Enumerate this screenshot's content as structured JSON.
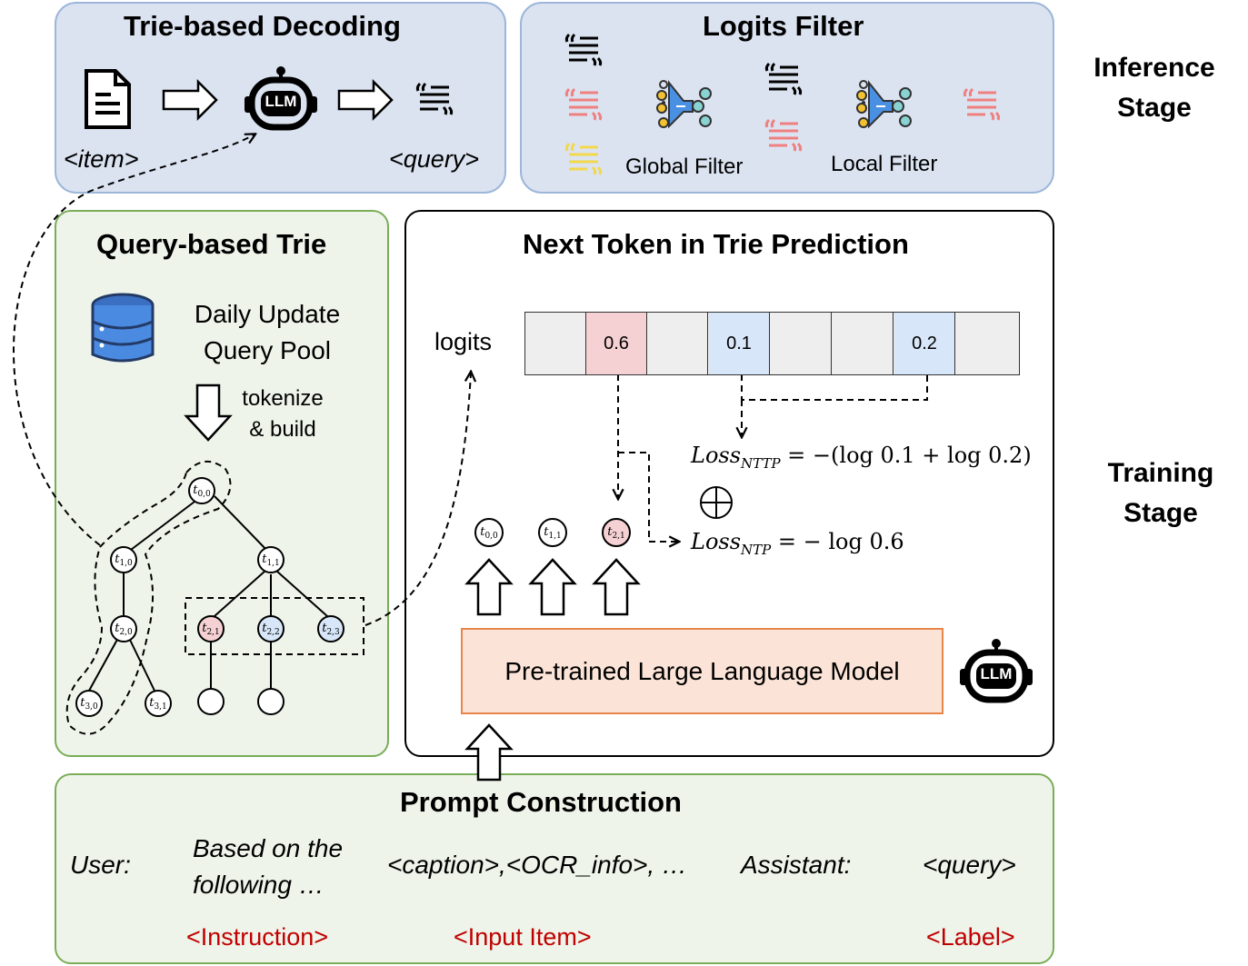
{
  "stages": {
    "inference": "Inference\nStage",
    "training": "Training\nStage"
  },
  "trie_decoding": {
    "title": "Trie-based Decoding",
    "item_label": "<item>",
    "query_label": "<query>",
    "llm_badge": "LLM"
  },
  "logits_filter": {
    "title": "Logits Filter",
    "global_filter": "Global Filter",
    "local_filter": "Local Filter"
  },
  "query_trie": {
    "title": "Query-based Trie",
    "pool_label": "Daily Update\nQuery Pool",
    "tokenize_label": "tokenize\n& build",
    "nodes": [
      "t0,0",
      "t1,0",
      "t1,1",
      "t2,0",
      "t2,1",
      "t2,2",
      "t2,3",
      "t3,0",
      "t3,1"
    ]
  },
  "nttp": {
    "title": "Next Token in Trie Prediction",
    "logits_label": "logits",
    "logit_cells": [
      "",
      "0.6",
      "",
      "0.1",
      "",
      "",
      "0.2",
      ""
    ],
    "loss_nttp": "Loss_NTTP = −(log 0.1 + log 0.2)",
    "loss_nttp_name": "Loss",
    "loss_nttp_sub": "NTTP",
    "loss_nttp_rhs": " = −(log 0.1 + log 0.2)",
    "oplus": "⊕",
    "loss_ntp_name": "Loss",
    "loss_ntp_sub": "NTP",
    "loss_ntp_rhs": " = − log 0.6",
    "output_tokens": [
      "t0,0",
      "t1,1",
      "t2,1"
    ],
    "model_label": "Pre-trained Large Language Model",
    "llm_badge": "LLM"
  },
  "prompt": {
    "title": "Prompt Construction",
    "user": "User:",
    "instruction_text": "Based on the\nfollowing …",
    "input_text": "<caption>,<OCR_info>, …",
    "assistant": "Assistant:",
    "label_text": "<query>",
    "instruction_tag": "<Instruction>",
    "input_tag": "<Input Item>",
    "label_tag": "<Label>"
  },
  "colors": {
    "inference_panel": "#dbe3f1",
    "green_panel": "#eef4ea",
    "green_border": "#79ad57",
    "blue_border": "#9db6d9",
    "model_fill": "#fbe4d7",
    "model_border": "#e8864a",
    "pink": "#f6d1d3",
    "light_blue": "#d7e6f8",
    "red_text": "#c00000",
    "filter_blue": "#4a90e2",
    "filter_yellow": "#f2c230"
  }
}
